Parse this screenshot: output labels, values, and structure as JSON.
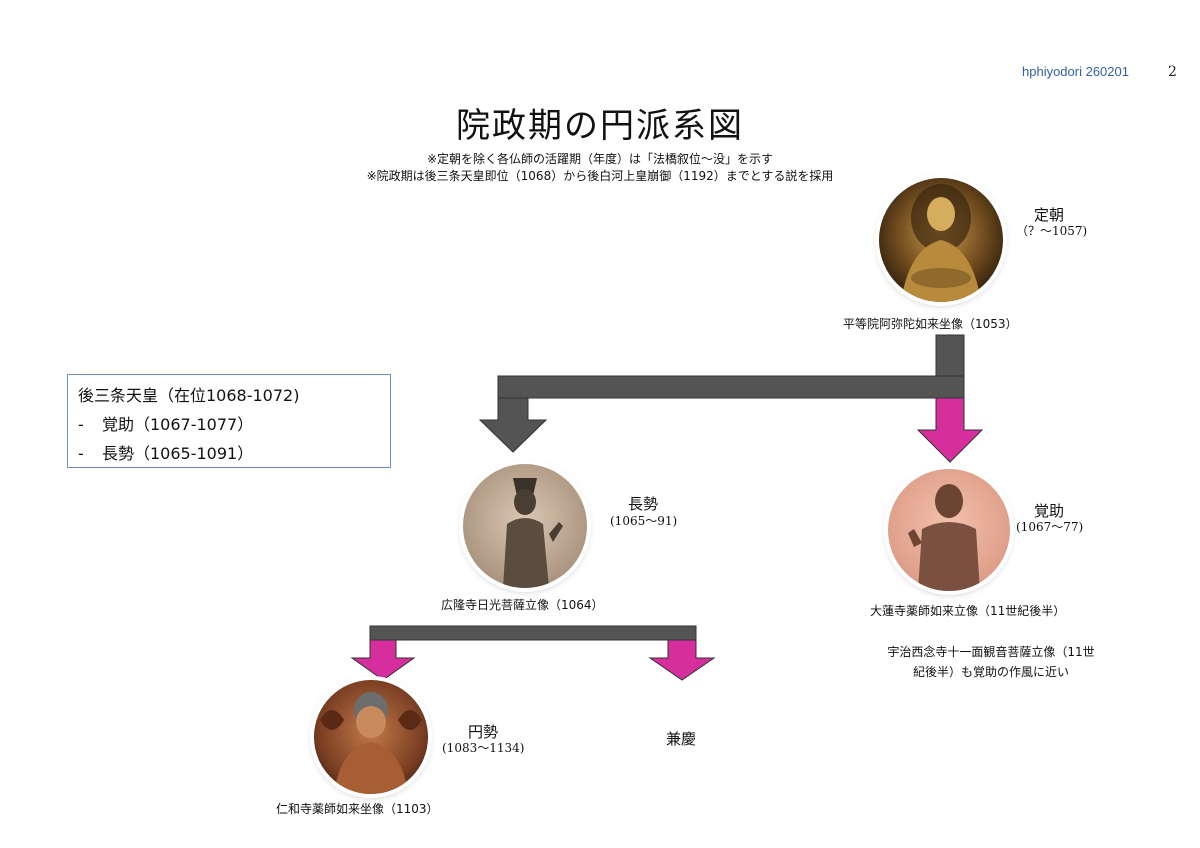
{
  "header": {
    "credit": "hphiyodori 260201",
    "page_number": "2"
  },
  "title": "院政期の円派系図",
  "notes": [
    "※定朝を除く各仏師の活躍期（年度）は「法橋叙位〜没」を示す",
    "※院政期は後三条天皇即位（1068）から後白河上皇崩御（1192）までとする説を採用"
  ],
  "infobox": {
    "heading": "後三条天皇（在位1068-1072)",
    "items": [
      {
        "dash": "-",
        "text": "覚助（1067-1077）"
      },
      {
        "dash": "-",
        "text": "長勢（1065-1091）"
      }
    ]
  },
  "sculptors": {
    "jocho": {
      "name": "定朝",
      "years": "（？〜1057)",
      "work": "平等院阿弥陀如来坐像（1053）"
    },
    "kakujo": {
      "name": "覚助",
      "years": "(1067〜77)",
      "work": "大蓮寺薬師如来立像（11世紀後半）",
      "remark": [
        "宇治西念寺十一面観音菩薩立像（11世",
        "紀後半）も覚助の作風に近い"
      ]
    },
    "chosei": {
      "name": "長勢",
      "years": "(1065〜91)",
      "work": "広隆寺日光菩薩立像（1064）"
    },
    "ensei": {
      "name": "円勢",
      "years": "(1083〜1134)",
      "work": "仁和寺薬師如来坐像（1103）"
    },
    "kenkei": {
      "name": "兼慶"
    }
  },
  "colors": {
    "connector": "#545454",
    "arrow_gray": "#545454",
    "arrow_magenta": "#d62e9c",
    "box_border": "#6f8fc8",
    "credit": "#2f5fa8"
  }
}
